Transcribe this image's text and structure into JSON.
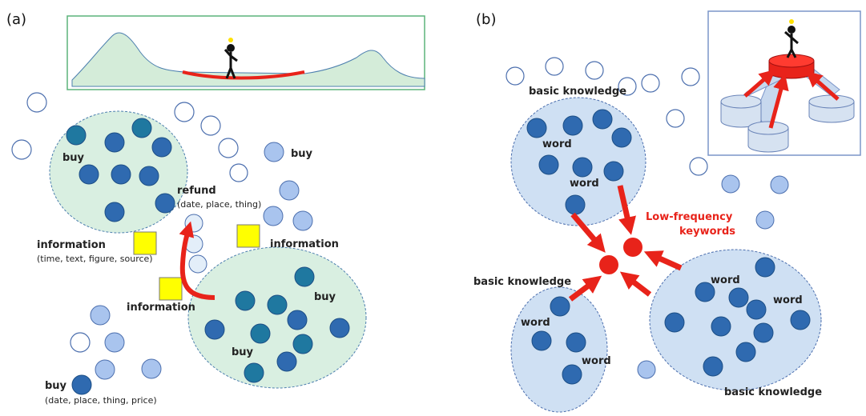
{
  "panels": {
    "a": {
      "tag": "(a)",
      "labels": {
        "buy_top": "buy",
        "buy_right": "buy",
        "refund": "refund",
        "refund_detail": "(date, place, thing)",
        "information_left": "information",
        "information_left_detail": "(time, text, figure, source)",
        "information_right": "information",
        "information_bottom": "information",
        "buy_cluster_a": "buy",
        "buy_cluster_b": "buy",
        "buy_bottom": "buy",
        "buy_bottom_detail": "(date, place, thing, price)"
      }
    },
    "b": {
      "tag": "(b)",
      "labels": {
        "basic_knowledge_top": "basic knowledge",
        "word_top_1": "word",
        "word_top_2": "word",
        "low_frequency_1": "Low-frequency",
        "low_frequency_2": "keywords",
        "basic_knowledge_left": "basic knowledge",
        "word_left_1": "word",
        "word_left_2": "word",
        "word_right_1": "word",
        "word_right_2": "word",
        "basic_knowledge_bottom": "basic knowledge"
      }
    }
  },
  "colors": {
    "cluster_green": "#d9efe1",
    "cluster_blue": "#cfe0f3",
    "dot_dark_blue": "#2f6ab0",
    "dot_teal": "#1f78a0",
    "dot_light_blue": "#a9c4ee",
    "dot_empty": "#ffffff",
    "yellow_square": "#ffff00",
    "arrow_red": "#e8231a",
    "inset_green_border": "#5cb37a",
    "inset_blue_border": "#7b95c9"
  }
}
